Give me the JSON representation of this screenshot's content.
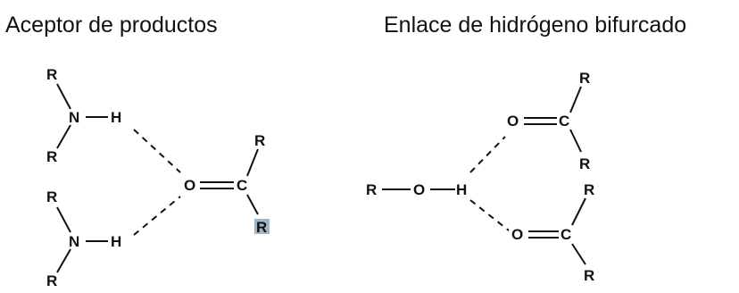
{
  "titles": {
    "left": "Aceptor de productos",
    "right": "Enlace de hidrógeno bifurcado"
  },
  "atoms": {
    "R": "R",
    "N": "N",
    "H": "H",
    "O": "O",
    "C": "C"
  },
  "colors": {
    "text": "#111111",
    "highlight": "#9fb6c9"
  }
}
